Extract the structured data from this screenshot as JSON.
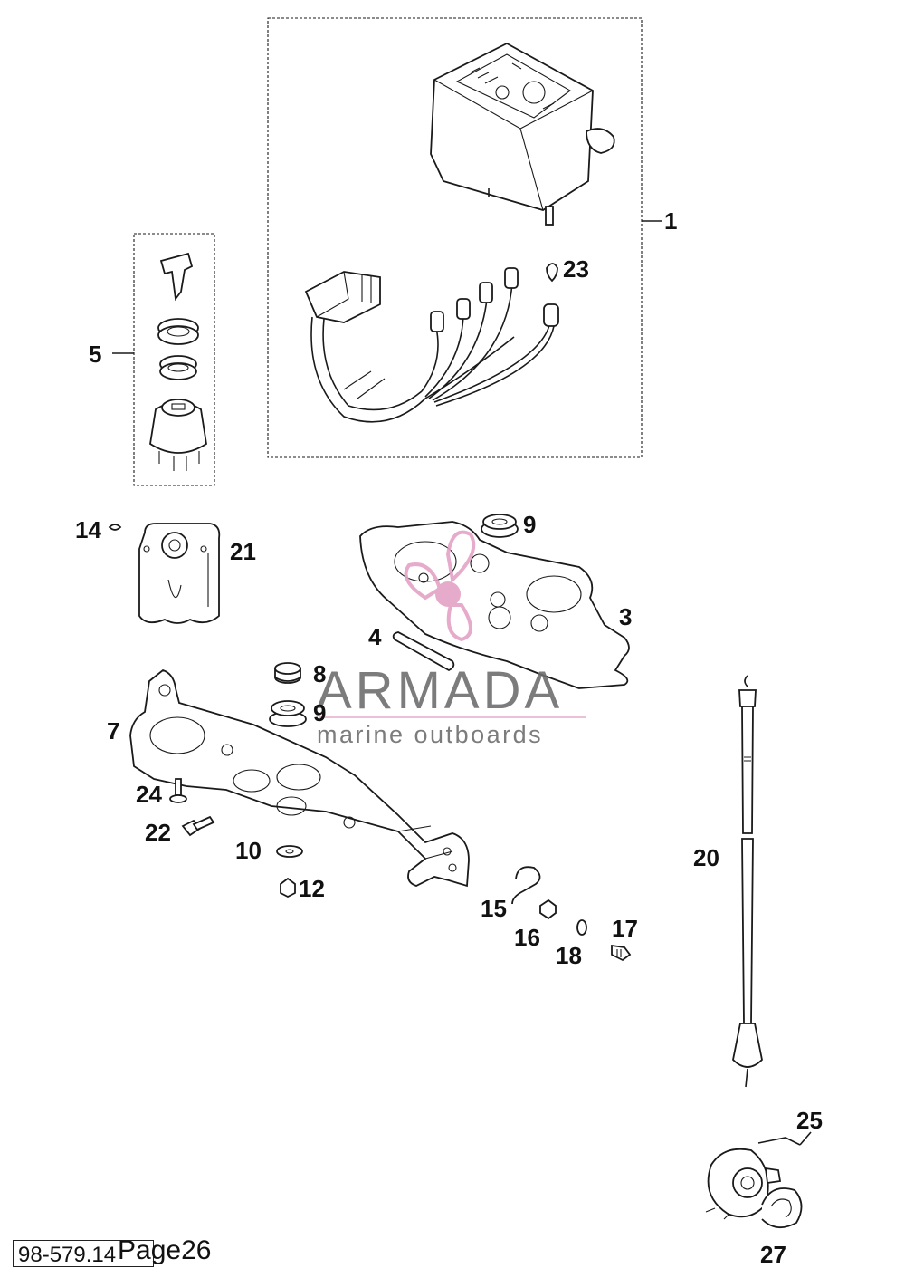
{
  "diagram": {
    "callouts": [
      {
        "id": "c1",
        "text": "1"
      },
      {
        "id": "c23",
        "text": "23"
      },
      {
        "id": "c5",
        "text": "5"
      },
      {
        "id": "c14",
        "text": "14"
      },
      {
        "id": "c21",
        "text": "21"
      },
      {
        "id": "c9a",
        "text": "9"
      },
      {
        "id": "c3",
        "text": "3"
      },
      {
        "id": "c4",
        "text": "4"
      },
      {
        "id": "c8",
        "text": "8"
      },
      {
        "id": "c9b",
        "text": "9"
      },
      {
        "id": "c7",
        "text": "7"
      },
      {
        "id": "c24",
        "text": "24"
      },
      {
        "id": "c22",
        "text": "22"
      },
      {
        "id": "c10",
        "text": "10"
      },
      {
        "id": "c12",
        "text": "12"
      },
      {
        "id": "c15",
        "text": "15"
      },
      {
        "id": "c16",
        "text": "16"
      },
      {
        "id": "c17",
        "text": "17"
      },
      {
        "id": "c18",
        "text": "18"
      },
      {
        "id": "c20",
        "text": "20"
      },
      {
        "id": "c25",
        "text": "25"
      },
      {
        "id": "c27",
        "text": "27"
      }
    ]
  },
  "watermark": {
    "brand": "ARMADA",
    "tagline": "marine outboards",
    "logo_color": "#e4a3c6"
  },
  "footer": {
    "code": "98-579.14",
    "page": "Page26"
  }
}
